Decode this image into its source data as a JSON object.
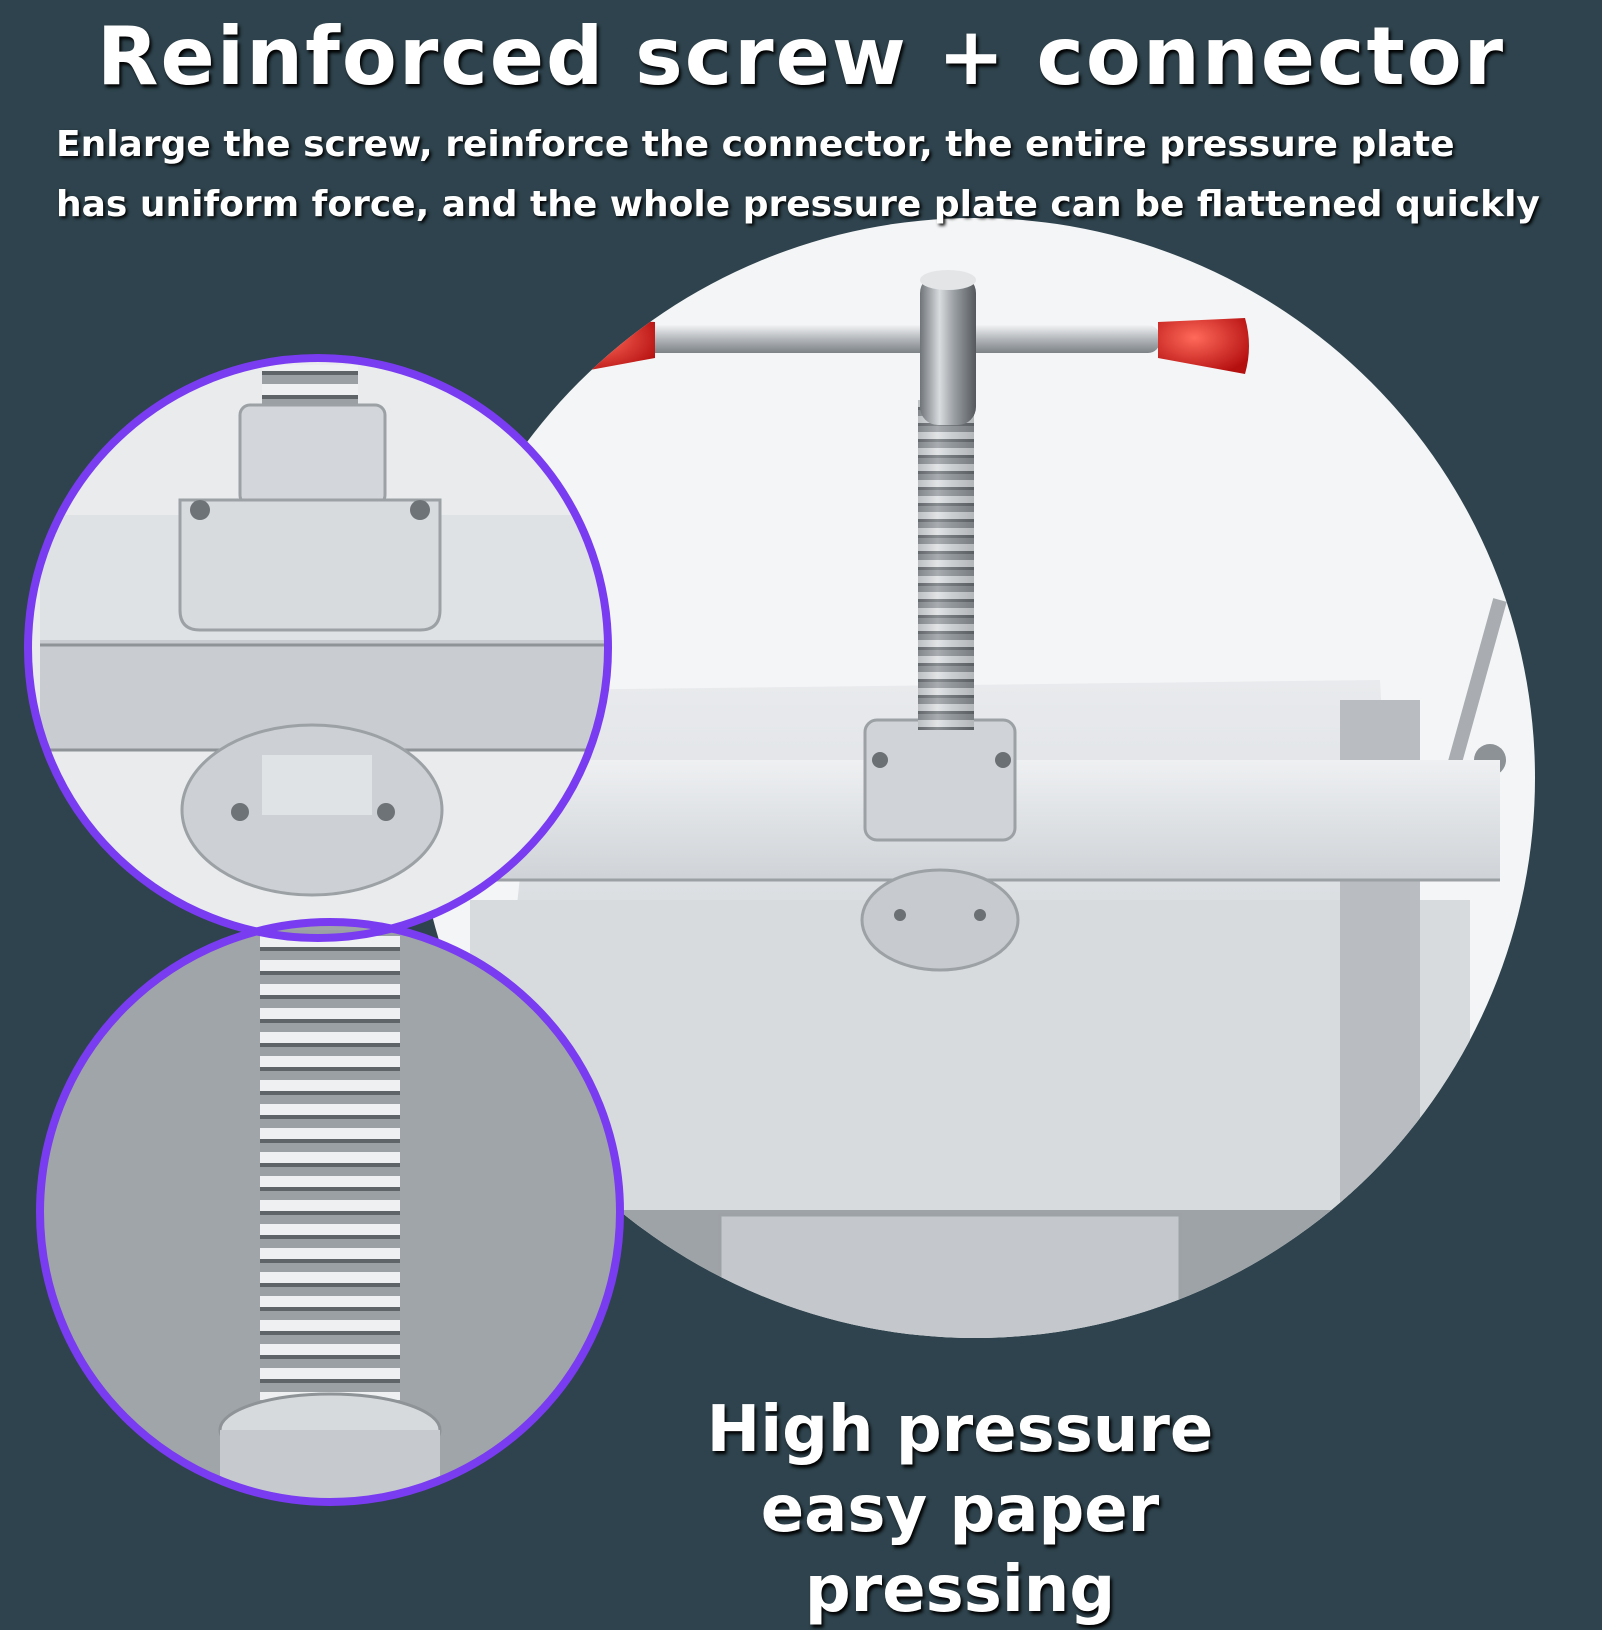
{
  "headline": "Reinforced screw + connector",
  "description": {
    "line1": "Enlarge the screw, reinforce the connector, the entire pressure plate",
    "line2": "has uniform force, and the whole pressure plate can be flattened quickly"
  },
  "caption": {
    "line1": "High pressure",
    "line2": "easy paper pressing"
  },
  "colors": {
    "background": "#2e434d",
    "ring_accent": "#7a3cf0",
    "handle_grip": "#d71c1c",
    "text": "#ffffff"
  },
  "icons": {
    "main_photo": "paper-press-photo",
    "detail_top": "connector-detail-photo",
    "detail_bottom": "screw-thread-detail-photo"
  }
}
